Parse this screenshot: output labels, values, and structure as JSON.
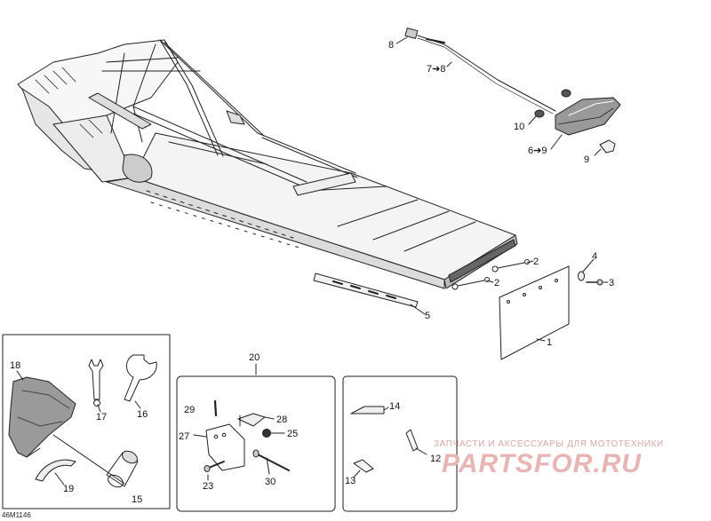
{
  "diagram": {
    "drawing_code": "46M1146",
    "watermark": {
      "tagline": "ЗАПЧАСТИ И АКСЕССУАРЫ ДЛЯ МОТОТЕХНИКИ",
      "logo": "PARTSFOR.RU"
    },
    "callouts": {
      "c1": "1",
      "c2a": "2",
      "c2b": "2",
      "c3": "3",
      "c4": "4",
      "c5": "5",
      "c6": "6➔9",
      "c7": "7➔8",
      "c8": "8",
      "c9": "9",
      "c10": "10",
      "c12": "12",
      "c13": "13",
      "c14": "14",
      "c15": "15",
      "c16": "16",
      "c17": "17",
      "c18": "18",
      "c19": "19",
      "c20": "20",
      "c23": "23",
      "c25": "25",
      "c27": "27",
      "c28": "28",
      "c29": "29",
      "c30": "30"
    }
  }
}
